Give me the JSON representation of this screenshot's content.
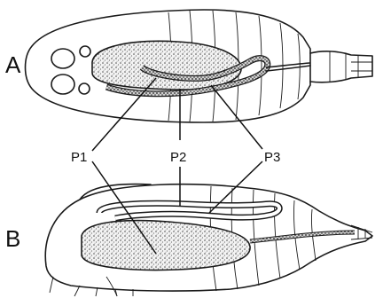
{
  "panels": [
    {
      "label": "A"
    },
    {
      "label": "B"
    }
  ],
  "parts": [
    {
      "label": "P1"
    },
    {
      "label": "P2"
    },
    {
      "label": "P3"
    }
  ],
  "colors": {
    "ink": "#1a1a1a",
    "background": "#ffffff"
  }
}
